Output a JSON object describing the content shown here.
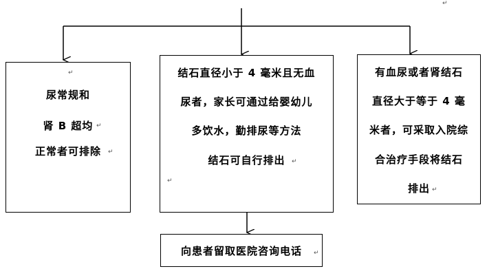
{
  "left_box": {
    "lines": [
      "尿常规和",
      "肾 B 超均",
      "正常者可排除"
    ]
  },
  "middle_box": {
    "lines": [
      "结石直径小于 4 毫米且无血",
      "尿者，家长可通过给婴幼儿",
      "多饮水，勤排尿等方法",
      "结石可自行排出"
    ]
  },
  "right_box": {
    "lines": [
      "有血尿或者肾结石",
      "直径大于等于 4 毫",
      "米者，可采取入院综",
      "合治疗手段将结石",
      "排出"
    ]
  },
  "bottom_box": {
    "text": "向患者留取医院咨询电话"
  },
  "paragraph_mark": "↵"
}
